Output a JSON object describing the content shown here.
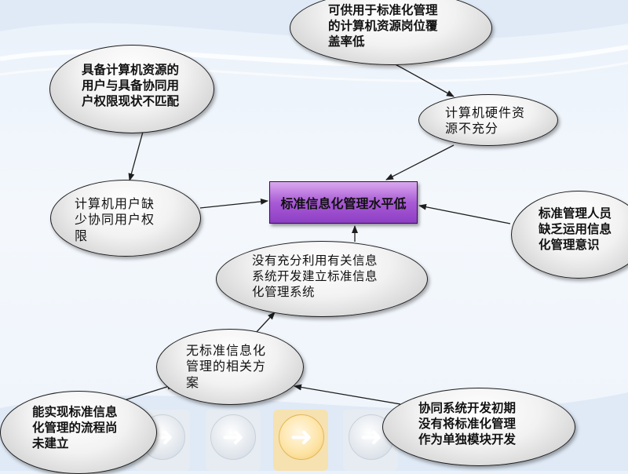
{
  "center": {
    "label": "标准信息化管理水平低"
  },
  "nodes": {
    "top_right": "可供用于标准化管理的计算机资源岗位覆盖率低",
    "hardware": "计算机硬件资源不充分",
    "top_left": "具备计算机资源的用户与具备协同用户权限现状不匹配",
    "users": "计算机用户缺少协同用户权限",
    "staff": "标准管理人员缺乏运用信息化管理意识",
    "system": "没有充分利用有关信息系统开发建立标准信息化管理系统",
    "no_standard": "无标准信息化管理的相关方案",
    "process": "能实现标准信息化管理的流程尚未建立",
    "module": "协同系统开发初期没有将标准化管理作为单独模块开发"
  },
  "lines": {
    "top_right": [
      "可供用于标准化管理",
      "的计算机资源岗位覆",
      "盖率低"
    ],
    "hardware": [
      "计算机硬件资",
      "源不充分"
    ],
    "top_left": [
      "具备计算机资源的",
      "用户与具备协同用",
      "户权限现状不匹配"
    ],
    "users": [
      "计算机用户缺",
      "少协同用户权",
      "限"
    ],
    "staff": [
      "标准管理人员",
      "缺乏运用信息",
      "化管理意识"
    ],
    "system": [
      "没有充分利用有关信息",
      "系统开发建立标准信息",
      "化管理系统"
    ],
    "no_standard": [
      "无标准信息化",
      "管理的相关方",
      "案"
    ],
    "process": [
      "能实现标准信息",
      "化管理的流程尚",
      "未建立"
    ],
    "module": [
      "协同系统开发初期",
      "没有将标准化管理",
      "作为单独模块开发"
    ]
  },
  "nav": {
    "arrow_glyph": "➜",
    "active_color": "#f3c66b",
    "icons": [
      "arrow-right-icon",
      "arrow-right-icon",
      "arrow-right-icon",
      "arrow-right-icon"
    ]
  }
}
